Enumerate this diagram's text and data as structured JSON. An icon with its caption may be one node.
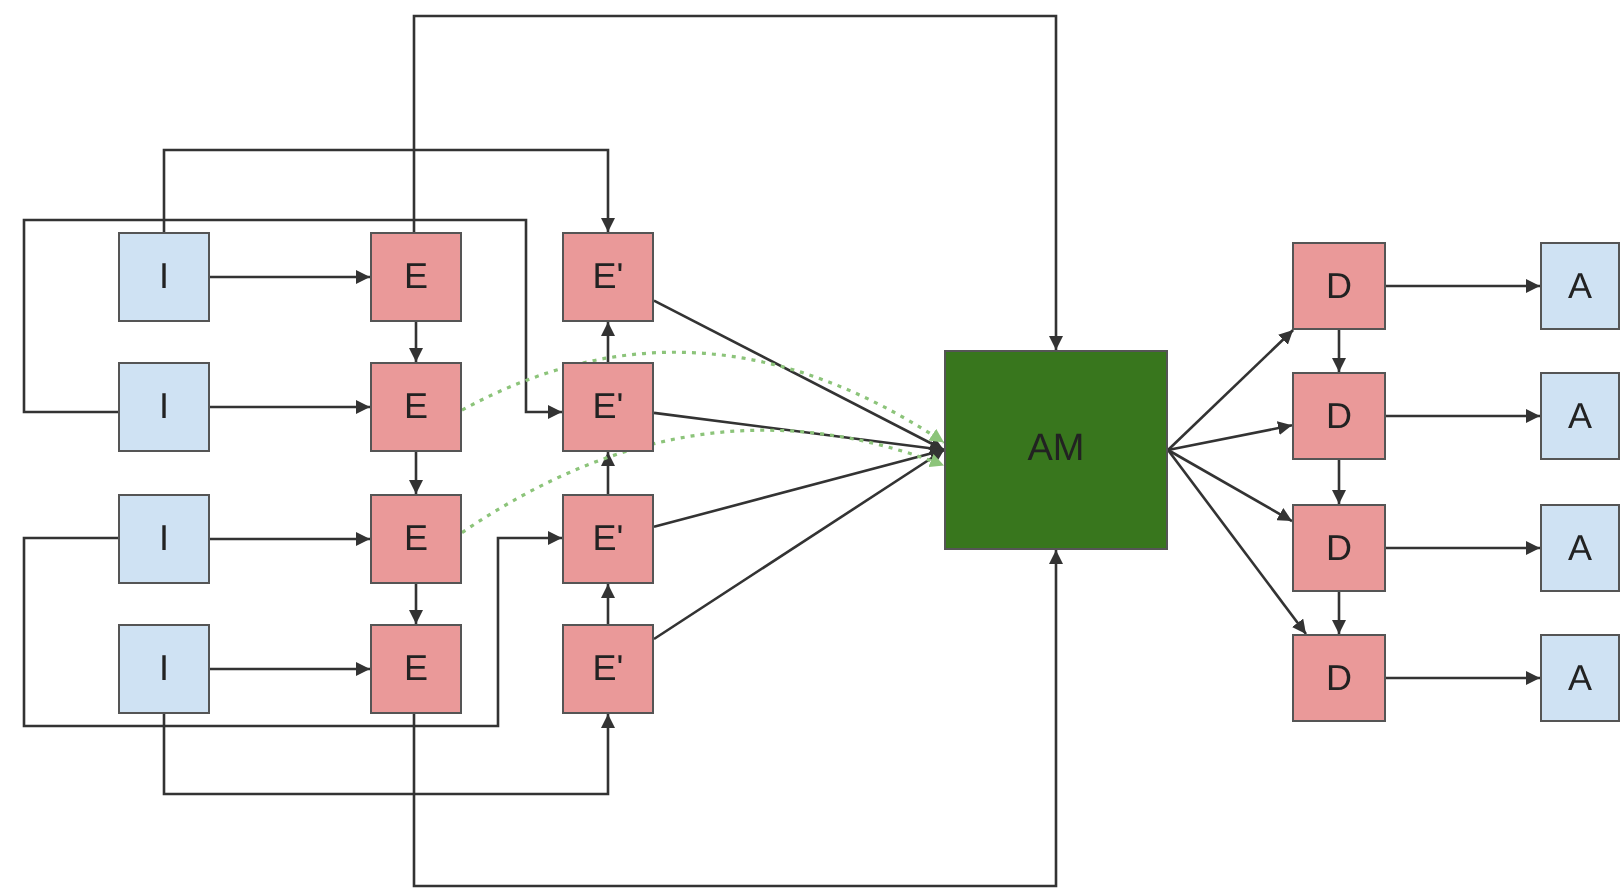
{
  "diagram": {
    "nodes": [
      {
        "text": [
          "I"
        ]
      },
      {
        "text": [
          "I"
        ]
      },
      {
        "text": [
          "I"
        ]
      },
      {
        "text": [
          "I"
        ]
      },
      {
        "text": [
          "E"
        ]
      },
      {
        "text": [
          "E"
        ]
      },
      {
        "text": [
          "E"
        ]
      },
      {
        "text": [
          "E"
        ]
      },
      {
        "text": [
          "E'"
        ]
      },
      {
        "text": [
          "E'"
        ]
      },
      {
        "text": [
          "E'"
        ]
      },
      {
        "text": [
          "E'"
        ]
      },
      {
        "text": [
          "AM"
        ]
      },
      {
        "text": [
          "D"
        ]
      },
      {
        "text": [
          "D"
        ]
      },
      {
        "text": [
          "D"
        ]
      },
      {
        "text": [
          "D"
        ]
      },
      {
        "text": [
          "A"
        ]
      },
      {
        "text": [
          "A"
        ]
      },
      {
        "text": [
          "A"
        ]
      },
      {
        "text": [
          "A"
        ]
      }
    ],
    "edges": [
      {
        "from": 0,
        "to": 4,
        "arrow": "to"
      },
      {
        "from": 1,
        "to": 5,
        "arrow": "to"
      },
      {
        "from": 2,
        "to": 6,
        "arrow": "to"
      },
      {
        "from": 3,
        "to": 7,
        "arrow": "to"
      },
      {
        "from": 4,
        "to": 5,
        "arrow": "to"
      },
      {
        "from": 5,
        "to": 6,
        "arrow": "to"
      },
      {
        "from": 6,
        "to": 7,
        "arrow": "to"
      },
      {
        "from": 11,
        "to": 10,
        "arrow": "to"
      },
      {
        "from": 10,
        "to": 9,
        "arrow": "to"
      },
      {
        "from": 9,
        "to": 8,
        "arrow": "to"
      },
      {
        "from": 0,
        "to": 8,
        "arrow": "to"
      },
      {
        "from": 3,
        "to": 11,
        "arrow": "to"
      },
      {
        "from": 1,
        "to": 9,
        "arrow": "to"
      },
      {
        "from": 2,
        "to": 10,
        "arrow": "to"
      },
      {
        "from": 4,
        "to": 12,
        "arrow": "to"
      },
      {
        "from": 7,
        "to": 12,
        "arrow": "to"
      },
      {
        "from": 8,
        "to": 12,
        "arrow": "to"
      },
      {
        "from": 9,
        "to": 12,
        "arrow": "to"
      },
      {
        "from": 10,
        "to": 12,
        "arrow": "to"
      },
      {
        "from": 11,
        "to": 12,
        "arrow": "to"
      },
      {
        "from": 5,
        "to": 12,
        "arrow": "to",
        "style": "dashed",
        "color": "#8cc47a"
      },
      {
        "from": 6,
        "to": 12,
        "arrow": "to",
        "style": "dashed",
        "color": "#8cc47a"
      },
      {
        "from": 12,
        "to": 13,
        "arrow": "to"
      },
      {
        "from": 12,
        "to": 14,
        "arrow": "to"
      },
      {
        "from": 12,
        "to": 15,
        "arrow": "to"
      },
      {
        "from": 12,
        "to": 16,
        "arrow": "to"
      },
      {
        "from": 13,
        "to": 14,
        "arrow": "to"
      },
      {
        "from": 14,
        "to": 15,
        "arrow": "to"
      },
      {
        "from": 15,
        "to": 16,
        "arrow": "to"
      },
      {
        "from": 13,
        "to": 17,
        "arrow": "to"
      },
      {
        "from": 14,
        "to": 18,
        "arrow": "to"
      },
      {
        "from": 15,
        "to": 19,
        "arrow": "to"
      },
      {
        "from": 16,
        "to": 20,
        "arrow": "to"
      }
    ]
  }
}
